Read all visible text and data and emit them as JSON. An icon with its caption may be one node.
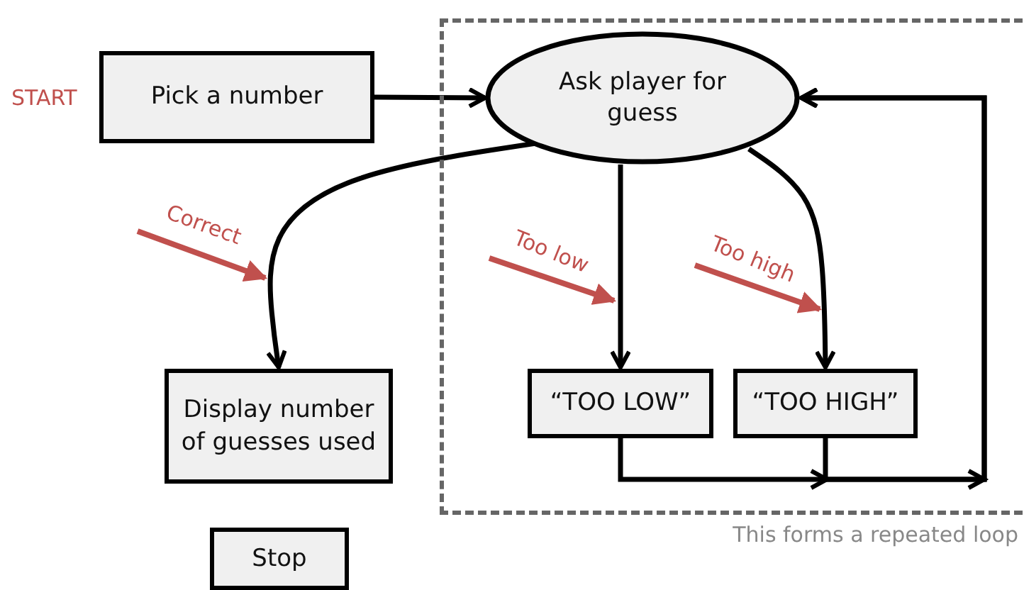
{
  "diagram": {
    "nodes": [
      {
        "text": [],
        "shape": "box",
        "beside": [
          "This forms a repeated loop"
        ]
      },
      {
        "text": [
          "Pick a number"
        ],
        "beside": [
          "START"
        ]
      },
      {
        "text": [
          "Ask player for guess"
        ],
        "in": 0
      },
      {
        "text": [
          "Display number of guesses used"
        ]
      },
      {
        "text": [
          "“TOO LOW”"
        ],
        "in": 0
      },
      {
        "text": [
          "“TOO HIGH”"
        ],
        "in": 0
      },
      {
        "text": [
          "Stop"
        ]
      }
    ],
    "edges": [
      {
        "from": 1,
        "to": 2,
        "arrow": "to"
      },
      {
        "from": 2,
        "to": 3,
        "arrow": "to",
        "label": "Correct"
      },
      {
        "from": 2,
        "to": 4,
        "arrow": "to",
        "label": "Too low"
      },
      {
        "from": 2,
        "to": 5,
        "arrow": "to",
        "label": "Too high"
      },
      {
        "from": 4,
        "to": 2,
        "arrow": "to"
      },
      {
        "from": 5,
        "to": 2,
        "arrow": "to"
      }
    ]
  }
}
